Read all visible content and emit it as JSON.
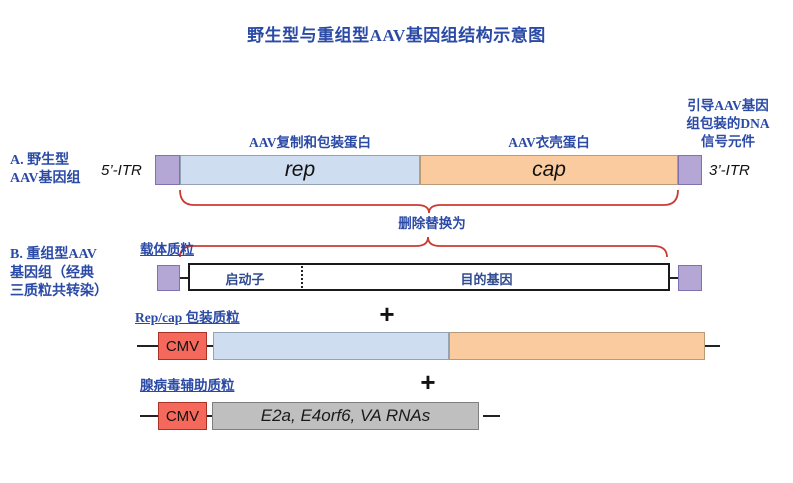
{
  "title": "野生型与重组型AAV基因组结构示意图",
  "notes": {
    "packaging_signal_line1": "引导AAV基因",
    "packaging_signal_line2": "组包装的DNA",
    "packaging_signal_line3": "信号元件",
    "rep_protein": "AAV复制和包装蛋白",
    "cap_protein": "AAV衣壳蛋白",
    "delete_replace": "删除替换为"
  },
  "section_a": {
    "label_line1": "A. 野生型",
    "label_line2": "AAV基因组",
    "itr5_label": "5’-ITR",
    "rep_gene": "rep",
    "cap_gene": "cap",
    "itr3_label": "3’-ITR"
  },
  "section_b": {
    "label_line1": "B. 重组型AAV",
    "label_line2": "基因组（经典",
    "label_line3": "三质粒共转染）",
    "plus": "+",
    "vector_plasmid": {
      "label": "载体质粒",
      "promoter": "启动子",
      "gene_of_interest": "目的基因"
    },
    "repcap_plasmid": {
      "label": "Rep/cap 包装质粒",
      "cmv": "CMV"
    },
    "helper_plasmid": {
      "label": "腺病毒辅助质粒",
      "cmv": "CMV",
      "genes": "E2a, E4orf6, VA RNAs"
    }
  },
  "colors": {
    "blue_text": "#2b4aa6",
    "itr_purple": "#b4a7d5",
    "rep_blue": "#cfddf1",
    "cap_orange": "#f9cb9f",
    "cmv_red": "#f4695c",
    "helper_gray": "#bfbfbf",
    "brace_red": "#cc3b33"
  }
}
